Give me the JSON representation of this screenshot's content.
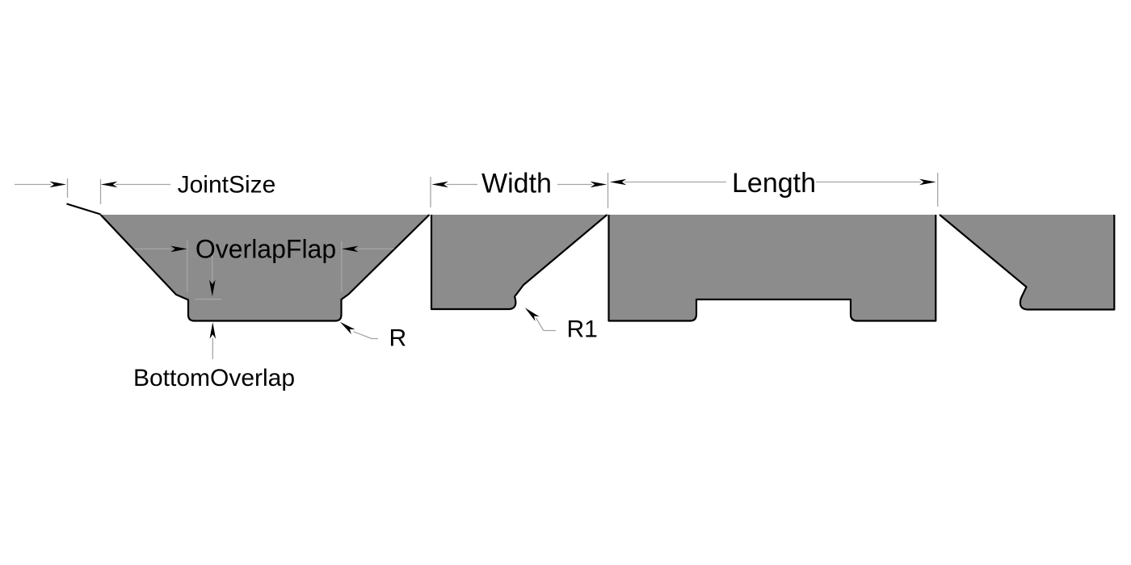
{
  "drawing": {
    "type": "cad-profile-cross-section",
    "dimension_labels": {
      "joint_size": "JointSize",
      "overlap_flap": "OverlapFlap",
      "bottom_overlap": "BottomOverlap",
      "width": "Width",
      "length": "Length"
    },
    "radius_labels": {
      "r": "R",
      "r1": "R1"
    },
    "colors": {
      "background": "#ffffff",
      "shape_fill": "#8c8c8c",
      "outline": "#000000",
      "dimension_line": "#a6a6a6",
      "arrowhead": "#000000",
      "text": "#000000"
    }
  }
}
